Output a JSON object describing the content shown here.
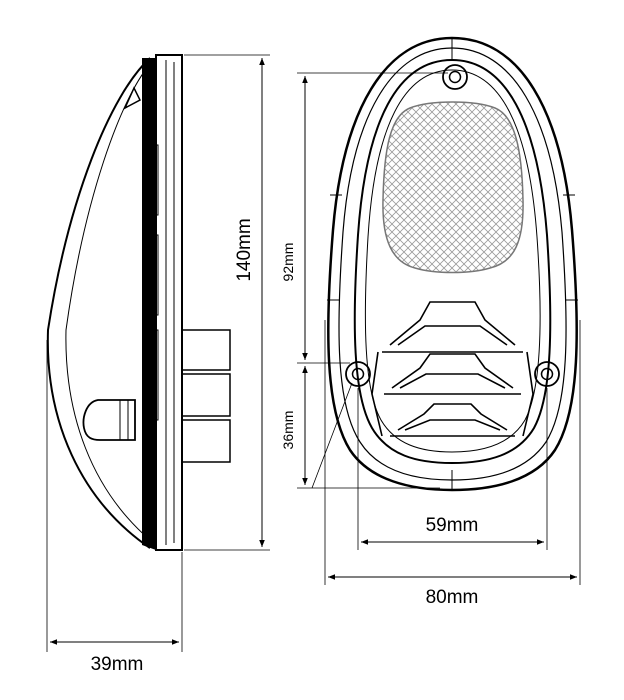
{
  "dimensions": {
    "depth": "39mm",
    "height": "140mm",
    "upper_hole_spacing": "92mm",
    "lower_hole_offset": "36mm",
    "lower_hole_spacing": "59mm",
    "width": "80mm"
  },
  "colors": {
    "line": "#000000",
    "lens": "#bdbdbd",
    "background": "#ffffff"
  }
}
